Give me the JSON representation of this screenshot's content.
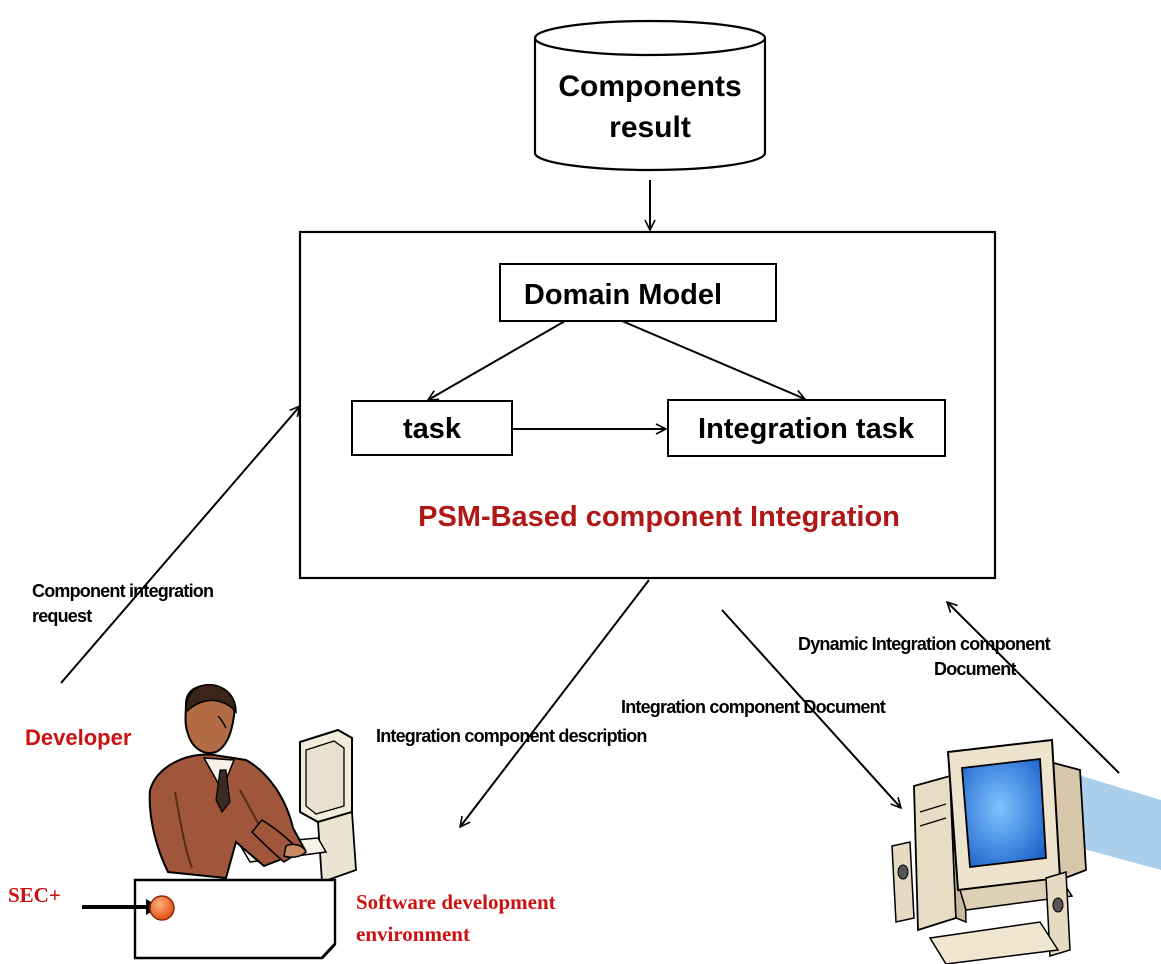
{
  "diagram": {
    "database": {
      "line1": "Components",
      "line2": "result"
    },
    "main_box": {
      "caption": "PSM-Based component Integration"
    },
    "nodes": {
      "domain_model": "Domain Model",
      "task": "task",
      "integration_task": "Integration task"
    },
    "edge_labels": {
      "request_line1": "Component integration",
      "request_line2": "request",
      "description": "Integration component description",
      "document": "Integration component Document",
      "dynamic_line1": "Dynamic Integration component",
      "dynamic_line2": "Document"
    },
    "actors": {
      "developer": "Developer",
      "sec_plus": "SEC+",
      "environment_line1": "Software development",
      "environment_line2": "environment"
    },
    "icons": {
      "developer": "developer-at-computer-icon",
      "computer": "desktop-computer-icon",
      "database": "database-cylinder-icon"
    },
    "colors": {
      "accent_red": "#cc1111",
      "caption_red": "#b01818",
      "ink": "#000000",
      "marker": "#ee5a1a"
    }
  }
}
